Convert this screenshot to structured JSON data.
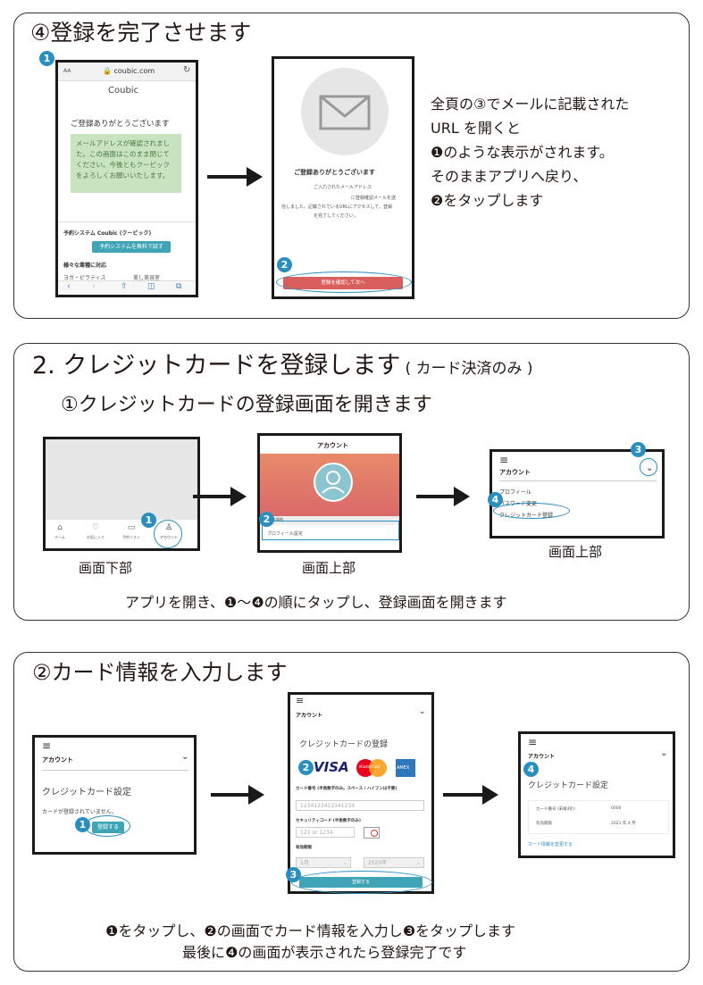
{
  "section1": {
    "title": "④登録を完了させます",
    "phone1": {
      "aa": "AA",
      "url": "🔒 coubic.com",
      "logo": "Coubic",
      "heading": "ご登録ありがとうございます",
      "message": "メールアドレスが確認されました。この画面はこのまま閉じてください。今後ともクーピックをよろしくお願いいたします。",
      "system_label": "予約システム Coubic (クービック)",
      "system_button": "予約システムを無料で試す",
      "industries": "様々な業種に対応",
      "item1": "ヨガ・ピラティス",
      "item2": "美し美容室"
    },
    "phone2": {
      "heading": "ご登録ありがとうございます",
      "line1": "ご入力されたメールアドレス",
      "line2": "に登録確認メールを送",
      "line3": "信しました。記載されているURLにアクセスして、登録",
      "line4": "を完了してください。",
      "button": "登録を確認して次へ"
    },
    "desc": [
      "全頁の③でメールに記載された",
      "URL を開くと",
      "❶のような表示がされます。",
      "そのままアプリへ戻り、",
      "❷をタップします"
    ],
    "badges": [
      "1",
      "2"
    ]
  },
  "section2": {
    "title_main": "2. クレジットカードを登録します",
    "title_note": "( カード決済のみ )",
    "subtitle": "①クレジットカードの登録画面を開きます",
    "nav": [
      "ホーム",
      "お気に入り",
      "予約リスト",
      "アカウント"
    ],
    "screen2_header": "アカウント",
    "screen2_label": "基本情報",
    "screen2_item": "プロフィール設定",
    "screen3_title": "アカウント",
    "screen3_items": [
      "プロフィール",
      "パスワード変更",
      "クレジットカード登録"
    ],
    "captions": [
      "画面下部",
      "画面上部",
      "画面上部"
    ],
    "footer": "アプリを開き、❶〜❹の順にタップし、登録画面を開きます",
    "badges": [
      "1",
      "2",
      "3",
      "4"
    ]
  },
  "section3": {
    "title": "②カード情報を入力します",
    "s1": {
      "header": "アカウント",
      "title": "クレジットカード設定",
      "note": "カードが登録されていません。",
      "button": "登録する"
    },
    "s2": {
      "header": "アカウント",
      "title": "クレジットカードの登録",
      "brands": [
        "VISA",
        "MasterCard",
        "AMEX"
      ],
      "card_label": "カード番号 (半角数字のみ。スペース / ハイフンは不要)",
      "card_placeholder": "1234123412341234",
      "cvc_label": "セキュリティコード (半角数字のみ)",
      "cvc_placeholder": "123 or 1234",
      "exp_label": "有効期限",
      "month": "1月",
      "year": "2020年",
      "button": "登録する"
    },
    "s3": {
      "header": "アカウント",
      "title": "クレジットカード設定",
      "row1_label": "カード番号 (末尾4桁)",
      "row1_value": "0000",
      "row2_label": "有効期限",
      "row2_value": "2021 年 4 月",
      "link": "カード情報を変更する"
    },
    "footer1": "❶をタップし、❷の画面でカード情報を入力し❸をタップします",
    "footer2": "最後に❹の画面が表示されたら登録完了です",
    "badges": [
      "1",
      "2",
      "3",
      "4"
    ]
  },
  "colors": {
    "accent": "#2a8fbf",
    "teal": "#3fa5b6",
    "green_box": "#c9e3c1",
    "red_button": "#d95f5f",
    "orange": "#e8866a"
  }
}
